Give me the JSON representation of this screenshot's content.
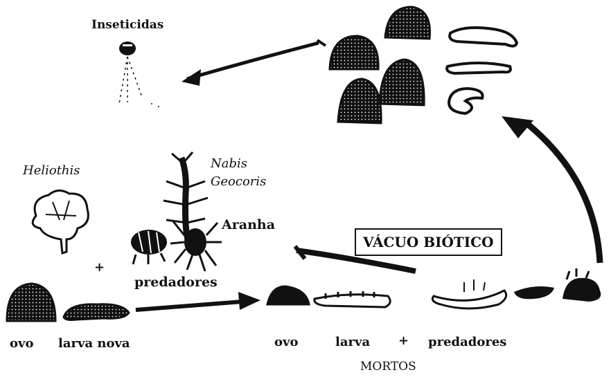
{
  "labels": {
    "insecticides": "Inseticidas",
    "heliothis": "Heliothis",
    "nabis": "Nabis",
    "geocoris": "Geocoris",
    "spider": "Aranha",
    "predators_top": "predadores",
    "plus_top": "+",
    "vacuum": "VÁCUO BIÓTICO",
    "egg_left": "ovo",
    "new_larva": "larva nova",
    "egg_right": "ovo",
    "larva_right": "larva",
    "plus_bottom": "+",
    "predators_bottom": "predadores",
    "dead": "MORTOS"
  },
  "icons": {
    "sprayer": "insecticide-sprayer-icon",
    "moth": "heliothis-moth-icon",
    "nabis_bug": "nabis-bug-icon",
    "beetle": "geocoris-beetle-icon",
    "spider": "spider-icon",
    "egg": "egg-icon",
    "larva": "larva-icon",
    "dead_predators": "dead-predator-icon",
    "mature_larvae": "mature-larva-icon",
    "arrow": "arrow-icon"
  }
}
